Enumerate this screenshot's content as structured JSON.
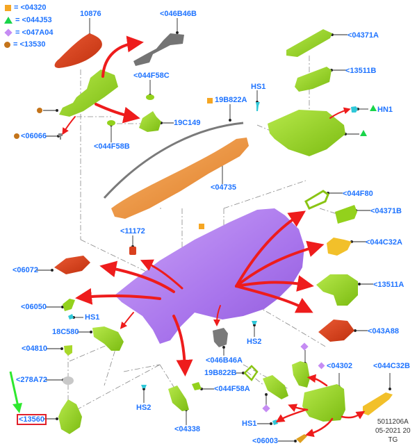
{
  "legend": [
    {
      "symbol": "square",
      "color": "#f5a623",
      "text": "= <04320"
    },
    {
      "symbol": "triangle",
      "color": "#19d44a",
      "text": "= <044J53"
    },
    {
      "symbol": "diamond",
      "color": "#c58cf3",
      "text": "= <047A04"
    },
    {
      "symbol": "circle",
      "color": "#c4741a",
      "text": "= <13530"
    }
  ],
  "colors": {
    "label": "#1e73ff",
    "arrow": "#ee1c1c",
    "panel": "#b27ef0",
    "green_part": "#93d11c",
    "orange_beam": "#f0963a",
    "red_part": "#d9401e",
    "yellow_part": "#f2c02a",
    "gray_part": "#7a7a7a",
    "clip": "#30c8d8",
    "highlight_arrow": "#2ee82e",
    "highlight_box": "#e0202a"
  },
  "labels": {
    "p10876": "10876",
    "p046B46B": "<046B46B",
    "p044F58C": "<044F58C",
    "p19C149": "19C149",
    "p044F58B": "<044F58B",
    "p06066": "<06066",
    "p19B822A": "19B822A",
    "p04735": "<04735",
    "hs1_top": "HS1",
    "p04371A": "<04371A",
    "p13511B": "<13511B",
    "hn1": "HN1",
    "p044F80": "<044F80",
    "p04371B": "<04371B",
    "p044C32A": "<044C32A",
    "p13511A": "<13511A",
    "p043A88": "<043A88",
    "p11172": "<11172",
    "p06072": "<06072",
    "p06050": "<06050",
    "hs1_left": "HS1",
    "p18C580": "18C580",
    "p04810": "<04810",
    "p278A72": "<278A72",
    "p13560": "<13560",
    "hs2_mid": "HS2",
    "hs2_bottom": "HS2",
    "p046B46A": "<046B46A",
    "p19B822B": "19B822B",
    "p044F58A": "<044F58A",
    "p04338": "<04338",
    "p04302": "<04302",
    "p044C32B": "<044C32B",
    "hs1_bottom": "HS1",
    "p06003": "<06003"
  },
  "footer": {
    "code": "5011206A",
    "date": "05-2021 20",
    "author": "TG"
  },
  "selected_part": "<13560"
}
